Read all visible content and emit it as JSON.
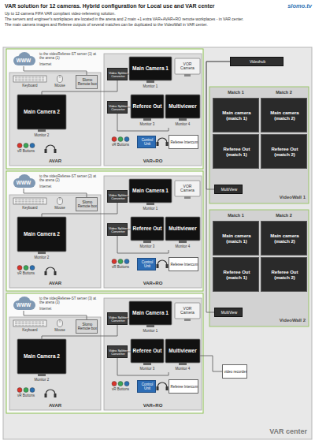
{
  "diagram": {
    "title": "VAR solution for 12 cameras. Hybrid configuration for Local use and VAR center",
    "nodes": [
      {
        "text": [
          "VAR center"
        ]
      },
      {
        "text": [
          "AVAR"
        ],
        "in": 0
      },
      {
        "text": [
          "VAR+RO"
        ],
        "in": 0
      },
      {
        "text": [
          "WWW"
        ],
        "in": 0
      },
      {
        "text": [
          "Slomo Remote box"
        ],
        "in": 1
      },
      {
        "text": [
          "Keyboard"
        ],
        "in": 1
      },
      {
        "text": [
          "Mouse"
        ],
        "in": 1
      },
      {
        "text": [
          "Main Camera 2",
          "Monitor 2"
        ],
        "in": 1
      },
      {
        "text": [
          "vR Buttons"
        ],
        "in": 1
      },
      {
        "text": [
          "Main Camera 1",
          "Monitor 1"
        ],
        "in": 2
      },
      {
        "text": [
          "VOR Camera"
        ],
        "in": 2
      },
      {
        "text": [
          "Video Splitter Converter"
        ],
        "in": 2
      },
      {
        "text": [
          "Video Splitter Converter"
        ],
        "in": 2
      },
      {
        "text": [
          "Referee Out",
          "Monitor 3"
        ],
        "in": 2
      },
      {
        "text": [
          "Multiviewer",
          "Monitor 4"
        ],
        "in": 2
      },
      {
        "text": [
          "vR Buttons"
        ],
        "in": 2
      },
      {
        "text": [
          "Control Unit"
        ],
        "in": 2
      },
      {
        "text": [
          "Referee Intercom"
        ],
        "in": 2
      },
      {
        "text": [
          "AVAR"
        ],
        "in": 0
      },
      {
        "text": [
          "VAR+RO"
        ],
        "in": 0
      },
      {
        "text": [
          "WWW"
        ],
        "in": 0
      },
      {
        "text": [
          "Slomo Remote box"
        ],
        "in": 18
      },
      {
        "text": [
          "Keyboard"
        ],
        "in": 18
      },
      {
        "text": [
          "Mouse"
        ],
        "in": 18
      },
      {
        "text": [
          "Main Camera 2",
          "Monitor 2"
        ],
        "in": 18
      },
      {
        "text": [
          "vR Buttons"
        ],
        "in": 18
      },
      {
        "text": [
          "Main Camera 1",
          "Monitor 1"
        ],
        "in": 19
      },
      {
        "text": [
          "VOR Camera"
        ],
        "in": 19
      },
      {
        "text": [
          "Video Splitter Converter"
        ],
        "in": 19
      },
      {
        "text": [
          "Video Splitter Converter"
        ],
        "in": 19
      },
      {
        "text": [
          "Referee Out",
          "Monitor 3"
        ],
        "in": 19
      },
      {
        "text": [
          "Multiviewer",
          "Monitor 4"
        ],
        "in": 19
      },
      {
        "text": [
          "vR Buttons"
        ],
        "in": 19
      },
      {
        "text": [
          "Control Unit"
        ],
        "in": 19
      },
      {
        "text": [
          "Referee Intercom"
        ],
        "in": 19
      },
      {
        "text": [
          "AVAR"
        ],
        "in": 0
      },
      {
        "text": [
          "VAR+RO"
        ],
        "in": 0
      },
      {
        "text": [
          "WWW"
        ],
        "in": 0
      },
      {
        "text": [
          "Slomo Remote box"
        ],
        "in": 35
      },
      {
        "text": [
          "Keyboard"
        ],
        "in": 35
      },
      {
        "text": [
          "Mouse"
        ],
        "in": 35
      },
      {
        "text": [
          "Main Camera 2",
          "Monitor 2"
        ],
        "in": 35
      },
      {
        "text": [
          "vR Buttons"
        ],
        "in": 35
      },
      {
        "text": [
          "Main Camera 1",
          "Monitor 1"
        ],
        "in": 36
      },
      {
        "text": [
          "VOR Camera"
        ],
        "in": 36
      },
      {
        "text": [
          "Video Splitter Converter"
        ],
        "in": 36
      },
      {
        "text": [
          "Video Splitter Converter"
        ],
        "in": 36
      },
      {
        "text": [
          "Referee Out",
          "Monitor 3"
        ],
        "in": 36
      },
      {
        "text": [
          "Multiviewer",
          "Monitor 4"
        ],
        "in": 36
      },
      {
        "text": [
          "vR Buttons"
        ],
        "in": 36
      },
      {
        "text": [
          "Control Unit"
        ],
        "in": 36
      },
      {
        "text": [
          "Referee Intercom"
        ],
        "in": 36
      },
      {
        "text": [
          "Videohub"
        ],
        "in": 0
      },
      {
        "text": [
          "Match 1",
          "Match 2",
          "VideoWall 1"
        ],
        "in": 0
      },
      {
        "text": [
          "Main camera (match 1)"
        ],
        "in": 53
      },
      {
        "text": [
          "Main camera (match 2)"
        ],
        "in": 53
      },
      {
        "text": [
          "Referee Out (match 1)"
        ],
        "in": 53
      },
      {
        "text": [
          "Referee Out (match 2)"
        ],
        "in": 53
      },
      {
        "text": [
          "MultiView"
        ],
        "in": 53
      },
      {
        "text": [
          "Match 1",
          "Match 2",
          "VideoWall 2"
        ],
        "in": 0
      },
      {
        "text": [
          "Main camera (match 1)"
        ],
        "in": 59
      },
      {
        "text": [
          "Main camera (match 2)"
        ],
        "in": 59
      },
      {
        "text": [
          "Referee Out (match 1)"
        ],
        "in": 59
      },
      {
        "text": [
          "Referee Out (match 2)"
        ],
        "in": 59
      },
      {
        "text": [
          "MultiView"
        ],
        "in": 59
      },
      {
        "text": [
          "video recorder"
        ],
        "in": 0
      }
    ],
    "edges": [
      {
        "from": 3,
        "to": 4,
        "arrow": "none"
      },
      {
        "from": 11,
        "to": 9,
        "arrow": "none"
      },
      {
        "from": 11,
        "to": 7,
        "arrow": "none"
      },
      {
        "from": 12,
        "to": 13,
        "arrow": "none"
      },
      {
        "from": 12,
        "to": 14,
        "arrow": "none"
      },
      {
        "from": 20,
        "to": 21,
        "arrow": "none"
      },
      {
        "from": 28,
        "to": 26,
        "arrow": "none"
      },
      {
        "from": 28,
        "to": 24,
        "arrow": "none"
      },
      {
        "from": 29,
        "to": 30,
        "arrow": "none"
      },
      {
        "from": 29,
        "to": 31,
        "arrow": "none"
      },
      {
        "from": 37,
        "to": 38,
        "arrow": "none"
      },
      {
        "from": 45,
        "to": 43,
        "arrow": "none"
      },
      {
        "from": 45,
        "to": 41,
        "arrow": "none"
      },
      {
        "from": 46,
        "to": 47,
        "arrow": "none"
      },
      {
        "from": 46,
        "to": 48,
        "arrow": "none"
      },
      {
        "from": 52,
        "to": 58,
        "arrow": "none"
      },
      {
        "from": 52,
        "to": 64,
        "arrow": "none"
      },
      {
        "from": 48,
        "to": 65,
        "arrow": "none"
      }
    ],
    "labels": [
      "slomo.tv",
      "Up to 12-camera FIFA VAR compliant video-refereeing solution.",
      "The servers and engineer's workplaces are located in the arena and 2 main +1 extra VAR+AVAR+RO remote workplaces - in VAR center.",
      "The main camera images and Referee outputs of several matches can be duplicated to the VideoWall in VAR center.",
      "to the videoReferee-ST server (1) at the arena (1)",
      "Internet",
      "to the videoReferee-ST server (2) at the arena (2)",
      "Internet",
      "to the videoReferee-ST server (3) at the arena (3)",
      "Internet"
    ]
  }
}
